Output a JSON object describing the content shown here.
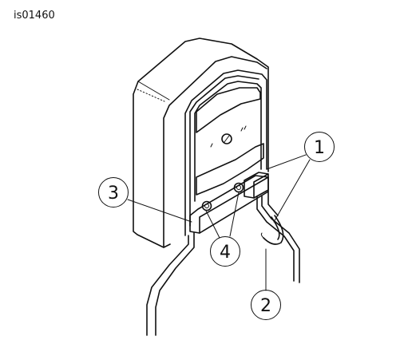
{
  "figure_id": "is01460",
  "callouts": [
    {
      "label": "1"
    },
    {
      "label": "2"
    },
    {
      "label": "3"
    },
    {
      "label": "4"
    }
  ]
}
